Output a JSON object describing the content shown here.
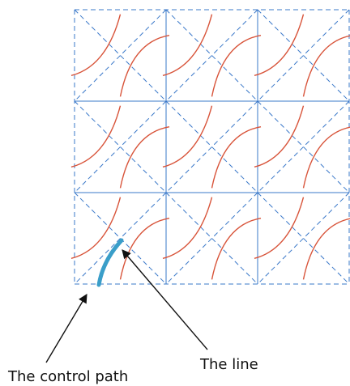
{
  "colors": {
    "grid_line": "#3a78c9",
    "grid_dash": "#3a78c9",
    "curve": "#d8543a",
    "highlight": "#3a9ec9",
    "arrow": "#111111",
    "background": "#ffffff"
  },
  "diagram": {
    "grid": {
      "rows": 3,
      "cols": 3
    },
    "labels": {
      "control_path": "The control path",
      "the_line": "The line"
    }
  }
}
